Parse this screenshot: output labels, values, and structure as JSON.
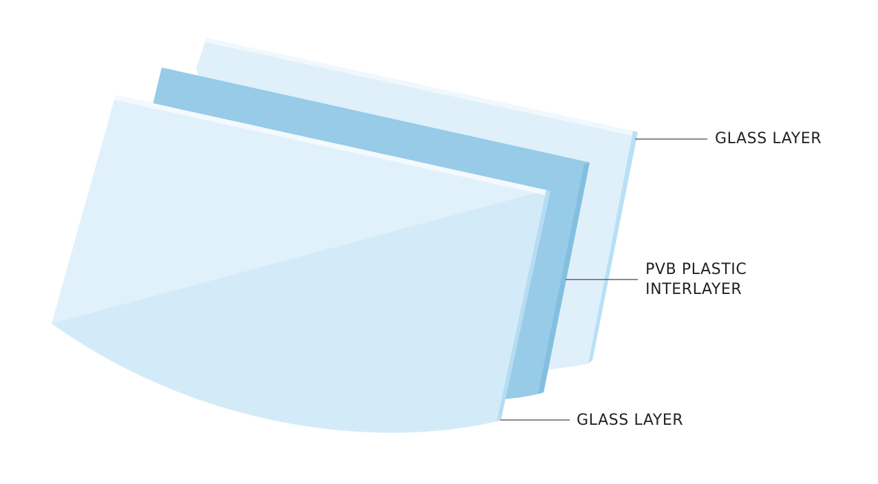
{
  "labels": {
    "top_glass": "GLASS LAYER",
    "interlayer_line1": "PVB PLASTIC",
    "interlayer_line2": "INTERLAYER",
    "bottom_glass": "GLASS LAYER"
  },
  "colors": {
    "back_glass_face": "#dff0fb",
    "back_glass_edge": "#b9e0f4",
    "interlayer_face": "#97cbe8",
    "interlayer_edge": "#84bfe0",
    "front_glass_face": "#e1f1fc",
    "front_glass_lower": "#d3ebf9",
    "front_glass_edge": "#b5dcf2",
    "top_highlight": "#f1f8fd",
    "leader_line": "#444444",
    "label_text": "#222222"
  }
}
